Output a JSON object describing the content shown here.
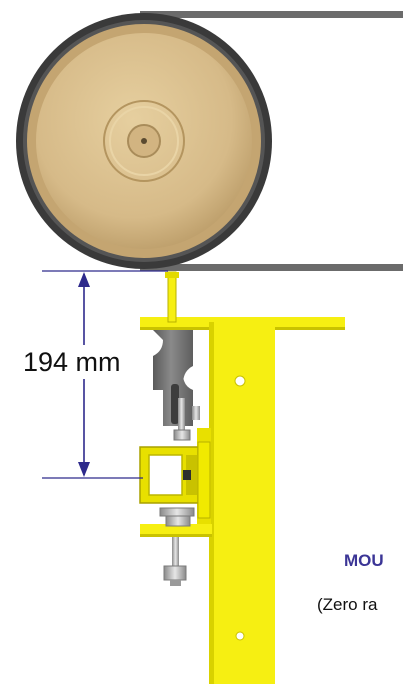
{
  "dimension": {
    "label": "194 mm",
    "line_color": "#2e2a8c"
  },
  "captions": {
    "mount": "MOU",
    "zero": "(Zero ra"
  },
  "colors": {
    "mount_caption": "#3b3596",
    "wheel_tire": "#3a3a3a",
    "wheel_face": "#d8bd8c",
    "wheel_face_shadow": "#b99a66",
    "belt": "#6b6b6b",
    "bracket_yellow": "#f6ef12",
    "bracket_shadow": "#c9c200",
    "load_cell_grey": "#6e6e6e",
    "hardware_steel": "#c8c8c8"
  }
}
